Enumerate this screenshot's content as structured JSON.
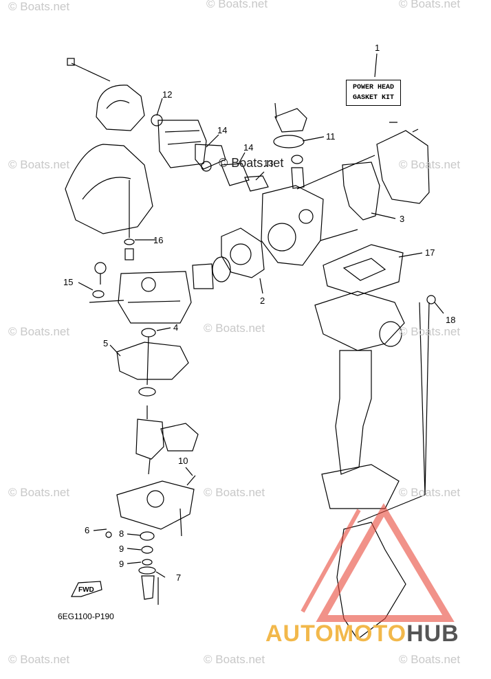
{
  "kit_label": {
    "line1": "POWER HEAD",
    "line2": "GASKET KIT"
  },
  "diagram_code": "6EG1100-P190",
  "fwd_label": "FWD",
  "watermark_text": "© Boats.net",
  "brand": {
    "part1": "AUTOMOTO",
    "part2": "HUB",
    "color1": "#f2b84b",
    "color2": "#555555",
    "triangle_color": "#e84a3c"
  },
  "callouts": [
    "1",
    "12",
    "14",
    "14",
    "11",
    "13",
    "3",
    "16",
    "2",
    "17",
    "15",
    "18",
    "4",
    "5",
    "10",
    "6",
    "8",
    "9",
    "9",
    "7"
  ]
}
